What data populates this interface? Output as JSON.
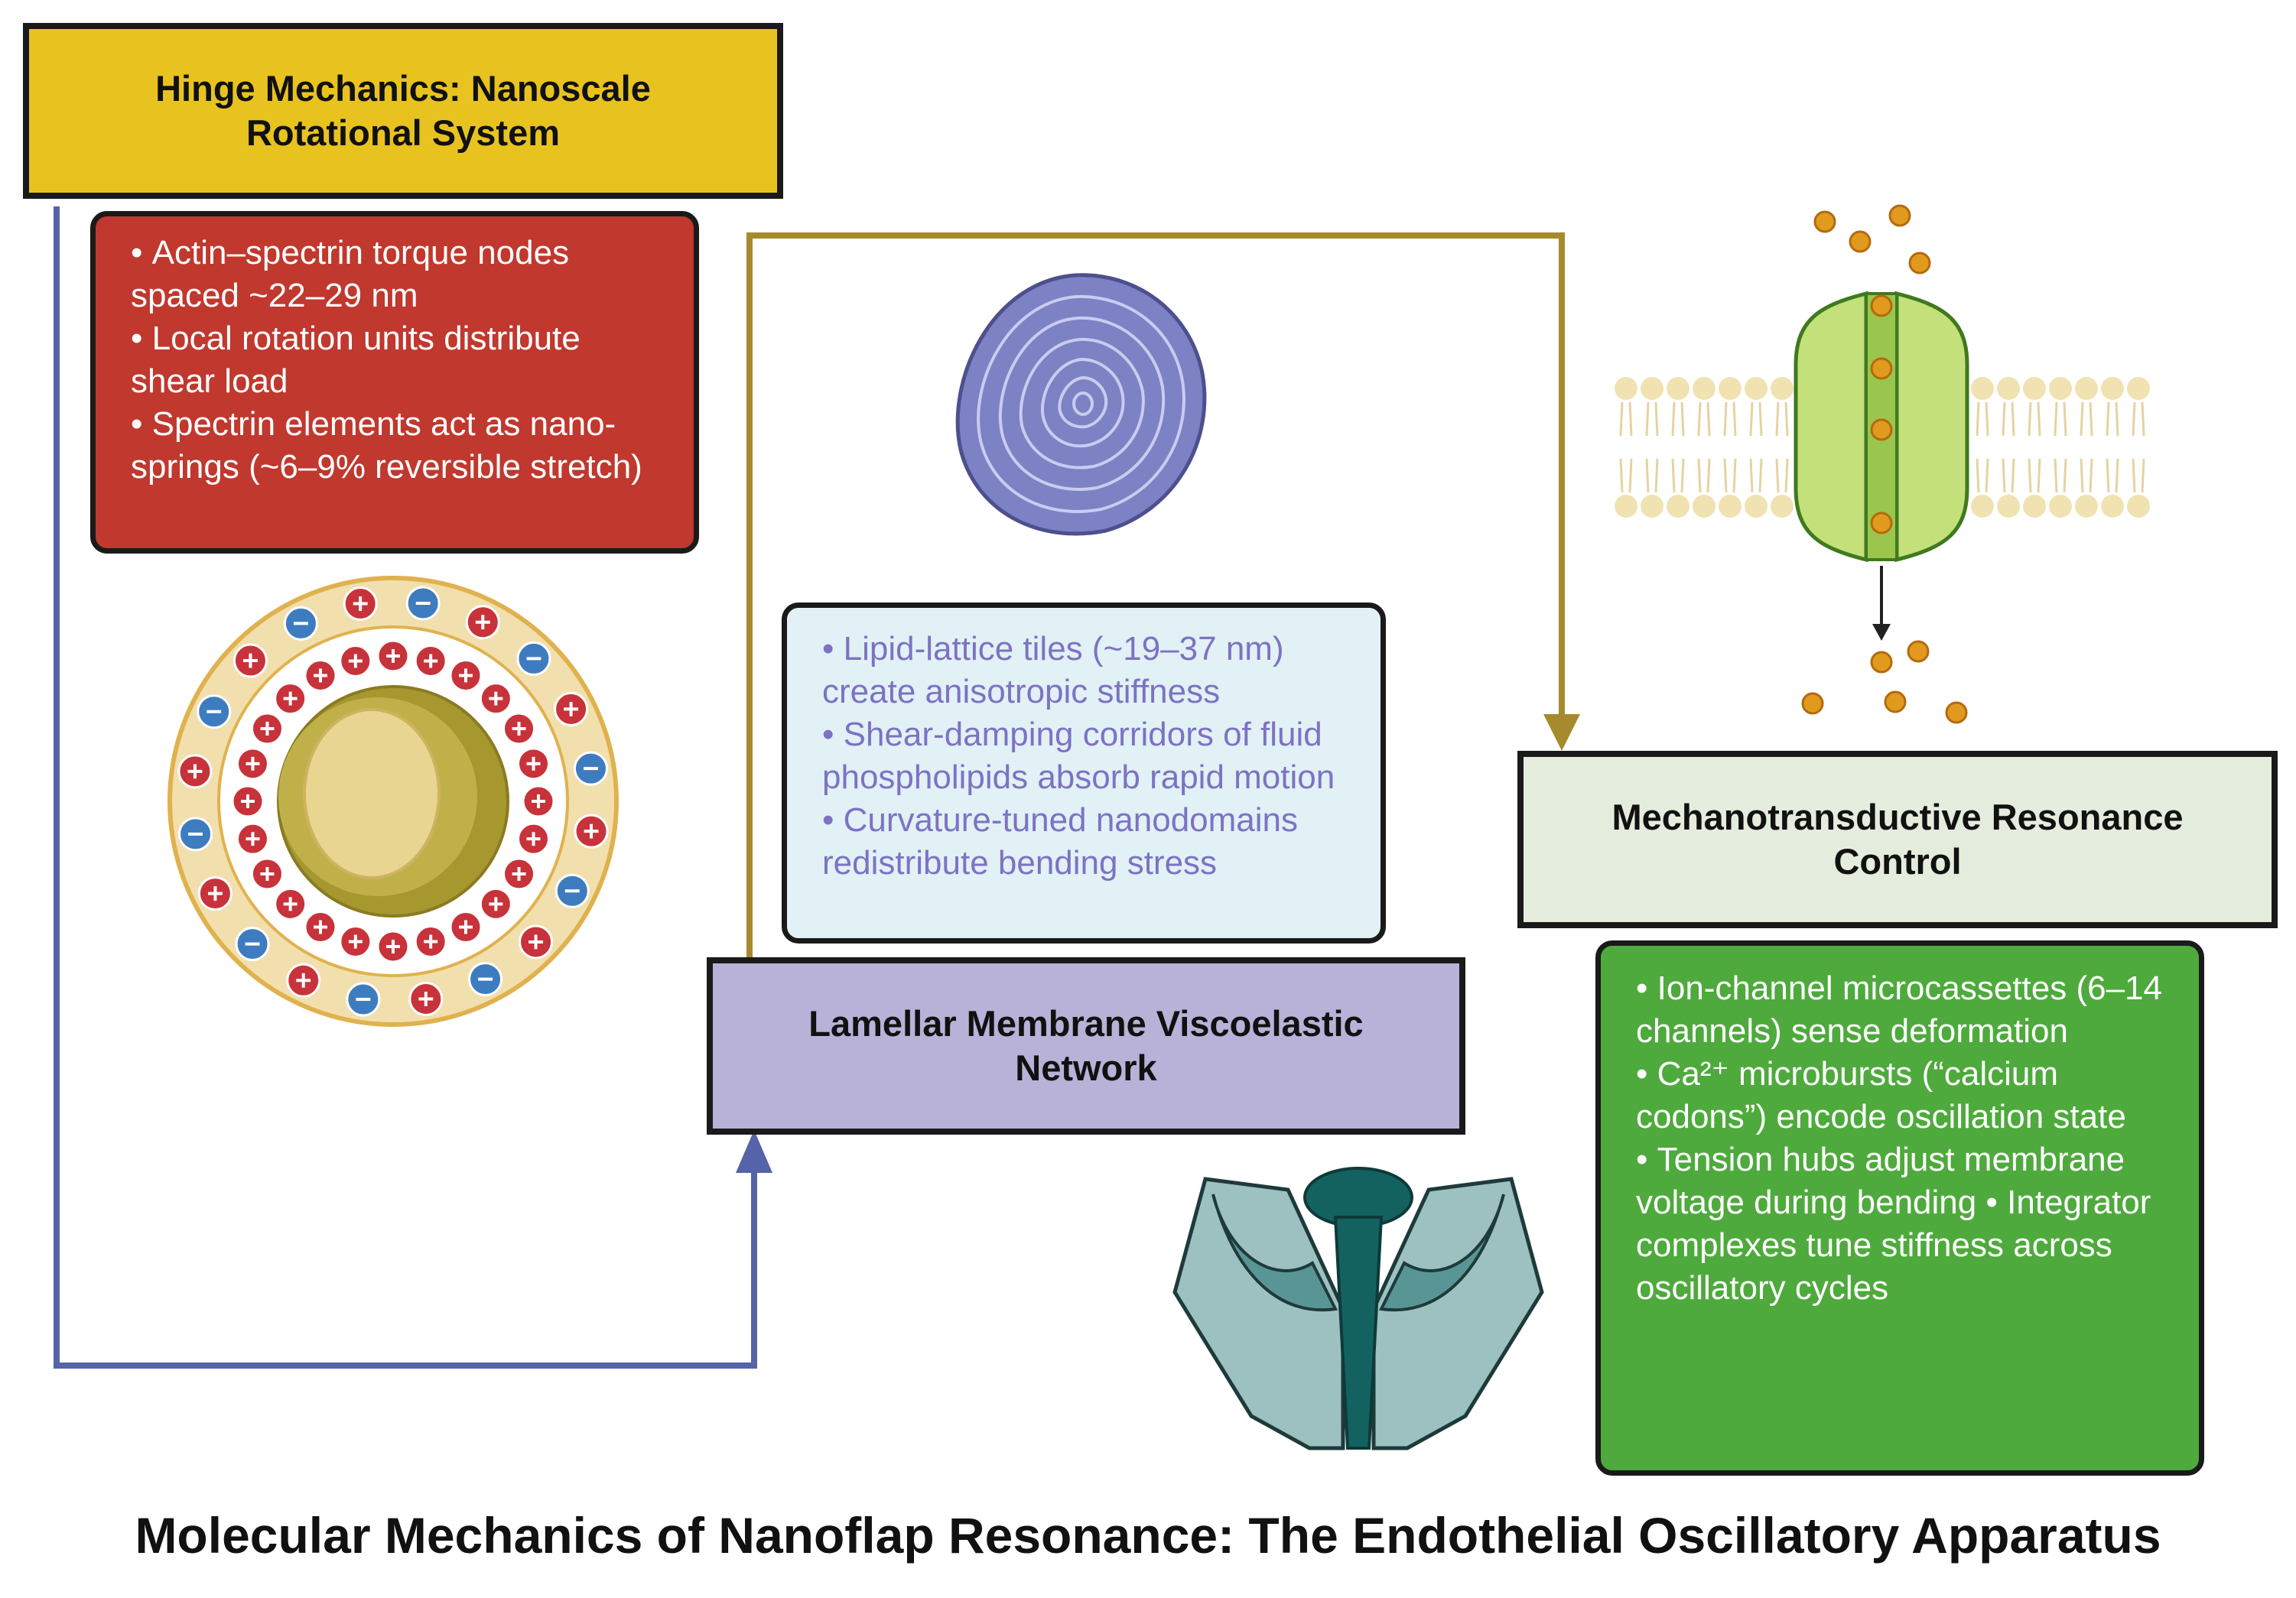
{
  "title": "Molecular Mechanics of Nanoflap Resonance: The Endothelial Oscillatory Apparatus",
  "nodes": {
    "hinge": {
      "title": "Hinge Mechanics: Nanoscale\nRotational System",
      "bullets": [
        "Actin–spectrin torque nodes spaced ~22–29 nm",
        "Local rotation units distribute shear load",
        "Spectrin elements act as nano-springs (~6–9% reversible stretch)"
      ]
    },
    "lamellar": {
      "title": "Lamellar Membrane Viscoelastic\nNetwork",
      "bullets": [
        "Lipid-lattice tiles (~19–37 nm) create anisotropic stiffness",
        "Shear-damping corridors of fluid phospholipids absorb rapid motion",
        "Curvature-tuned nanodomains redistribute bending stress"
      ]
    },
    "mechano": {
      "title": "Mechanotransductive Resonance\nControl",
      "bullets": [
        "Ion-channel microcassettes (6–14 channels) sense deformation",
        "Ca²⁺ microbursts (“calcium codons”) encode oscillation state",
        "Tension hubs adjust membrane voltage during bending • Integrator complexes tune stiffness across oscillatory cycles"
      ]
    }
  },
  "colors": {
    "hinge_title_bg": "#E8C320",
    "hinge_bullets_bg": "#C0382E",
    "lamellar_title_bg": "#B8B2D8",
    "lamellar_bullets_bg": "#E1F1F5",
    "lamellar_bullets_text": "#7D72C4",
    "mechano_title_bg": "#E4EDDD",
    "mechano_bullets_bg": "#4EAA3C",
    "arrow_blue": "#5563A8",
    "arrow_gold": "#A68A2D"
  },
  "icons": [
    "cell-charge-icon",
    "lamellar-rings-icon",
    "ion-channel-membrane-icon",
    "ion-channel-protein-icon"
  ]
}
